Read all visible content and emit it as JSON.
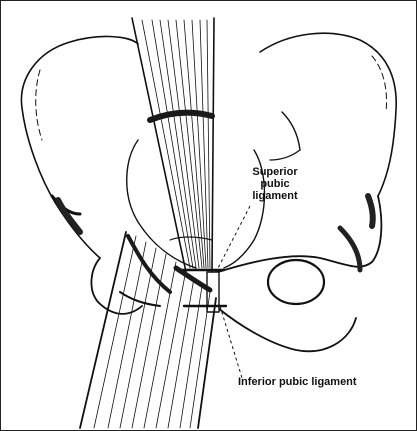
{
  "figure": {
    "labels": {
      "superior_line1": "Superior",
      "superior_line2": "pubic",
      "superior_line3": "ligament",
      "inferior": "Inferior pubic ligament"
    },
    "colors": {
      "ink": "#111111",
      "paper": "#ffffff",
      "frame": "#222222"
    }
  }
}
